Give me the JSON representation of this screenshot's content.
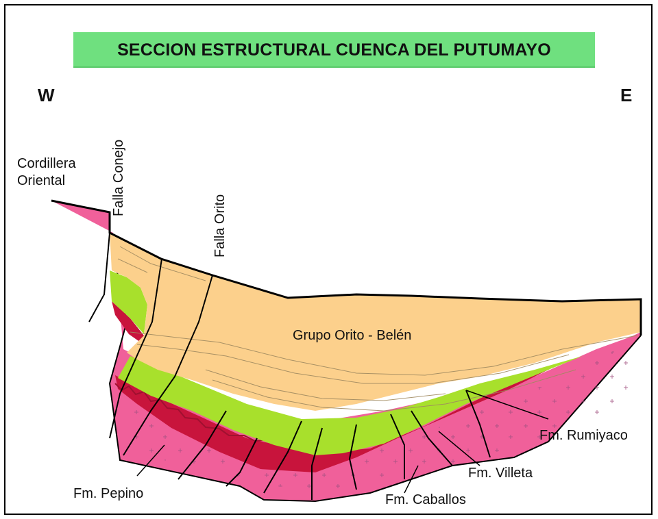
{
  "title": "SECCION ESTRUCTURAL CUENCA DEL PUTUMAYO",
  "directions": {
    "west": "W",
    "east": "E"
  },
  "labels": {
    "cordillera_line1": "Cordillera",
    "cordillera_line2": "Oriental",
    "falla_conejo": "Falla Conejo",
    "falla_orito": "Falla Orito",
    "grupo_orito": "Grupo Orito - Belén",
    "fm_rumiyaco": "Fm. Rumiyaco",
    "fm_villeta": "Fm. Villeta",
    "fm_caballos": "Fm. Caballos",
    "fm_pepino": "Fm. Pepino"
  },
  "colors": {
    "basement": "#f0609a",
    "caballos": "#c8143c",
    "villeta": "#a8e02c",
    "orito_belen": "#fcd08c",
    "title_banner": "#6fe07f",
    "lines": "#000000"
  }
}
